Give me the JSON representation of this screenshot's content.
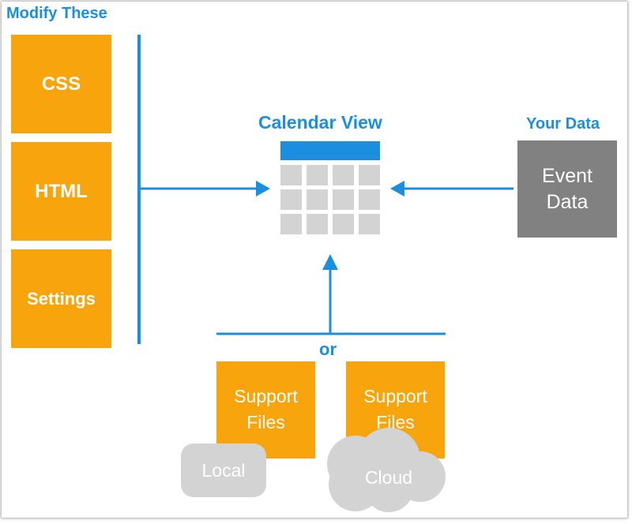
{
  "labels": {
    "modify_these": "Modify These",
    "calendar_view": "Calendar View",
    "your_data": "Your Data",
    "or": "or"
  },
  "modify_boxes": [
    "CSS",
    "HTML",
    "Settings"
  ],
  "event_data": {
    "line1": "Event",
    "line2": "Data"
  },
  "support_files": [
    {
      "line1": "Support",
      "line2": "Files",
      "storage": "Local"
    },
    {
      "line1": "Support",
      "line2": "Files",
      "storage": "Cloud"
    }
  ],
  "colors": {
    "accent_blue": "#1a8fe0",
    "orange": "#f8a50d",
    "dark_gray": "#818181",
    "light_gray": "#d3d3d3"
  }
}
